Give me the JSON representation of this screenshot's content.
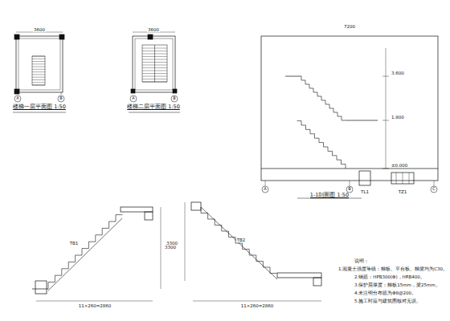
{
  "diagram": {
    "labels": [
      "楼梯一层平面图 1:50",
      "楼梯二层平面图 1:50",
      "1-1剖面图 1:50",
      "A",
      "B",
      "A",
      "B",
      "A",
      "B",
      "C",
      "3600",
      "3600",
      "7200",
      "3.600",
      "1.800",
      "±0.000",
      "TB1",
      "TB2",
      "11×260=2860",
      "3300",
      "11×260=2860",
      "3300",
      "TL1",
      "TZ1",
      "说明：",
      "1.混凝土强度等级：梯板、平台板、梯梁均为C30。",
      "2.钢筋：HPB300(Φ)，HRB400。",
      "3.保护层厚度：梯板15mm，梁25mm。",
      "4.未注明分布筋为Φ8@200。",
      "5.施工时应与建筑图核对无误。"
    ]
  }
}
